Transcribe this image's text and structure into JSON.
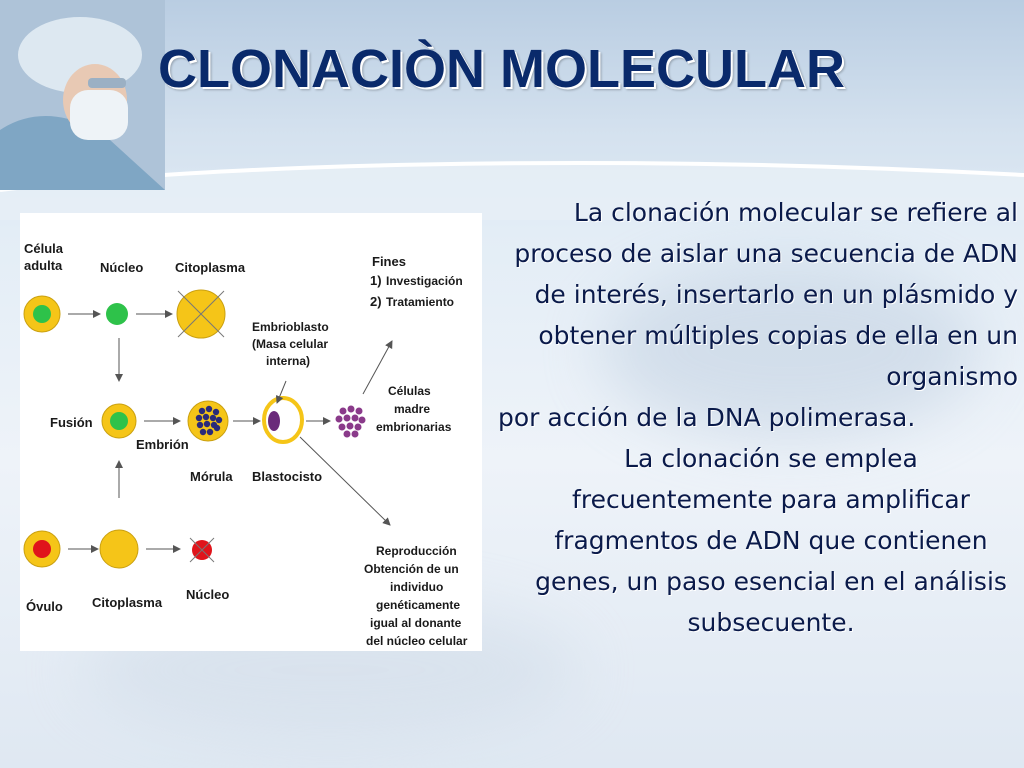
{
  "slide": {
    "title": "CLONACIÒN MOLECULAR",
    "paragraphs": [
      "La clonación molecular se refiere al proceso de aislar una secuencia de ADN de interés, insertarlo en un plásmido y obtener múltiples copias de ella en un organismo",
      "por acción de la DNA polimerasa.",
      "La clonación se emplea frecuentemente para amplificar fragmentos de ADN que contienen genes, un paso esencial en el análisis subsecuente."
    ]
  },
  "diagram": {
    "labels": {
      "celula_adulta_1": "Célula",
      "celula_adulta_2": "adulta",
      "nucleo_top": "Núcleo",
      "citoplasma_top": "Citoplasma",
      "fines": "Fines",
      "fines_1_num": "1)",
      "fines_1": "Investigación",
      "fines_2_num": "2)",
      "fines_2": "Tratamiento",
      "embrioblasto_1": "Embrioblasto",
      "embrioblasto_2": "(Masa celular",
      "embrioblasto_3": "interna)",
      "fusion": "Fusión",
      "embrion": "Embrión",
      "morula": "Mórula",
      "blastocisto": "Blastocisto",
      "celulas_madre_1": "Células",
      "celulas_madre_2": "madre",
      "celulas_madre_3": "embrionarias",
      "ovulo": "Óvulo",
      "citoplasma_bottom": "Citoplasma",
      "nucleo_bottom": "Núcleo",
      "reproduccion": "Reproducción",
      "obtencion_1": "Obtención de un",
      "obtencion_2": "individuo",
      "obtencion_3": "genéticamente",
      "obtencion_4": "igual al donante",
      "obtencion_5": "del núcleo celular"
    },
    "colors": {
      "yellow": "#f5c518",
      "green": "#2ec24a",
      "red": "#e0141b",
      "navy": "#2a2a7a",
      "purple": "#6a2a7a",
      "arrow": "#555555"
    }
  }
}
